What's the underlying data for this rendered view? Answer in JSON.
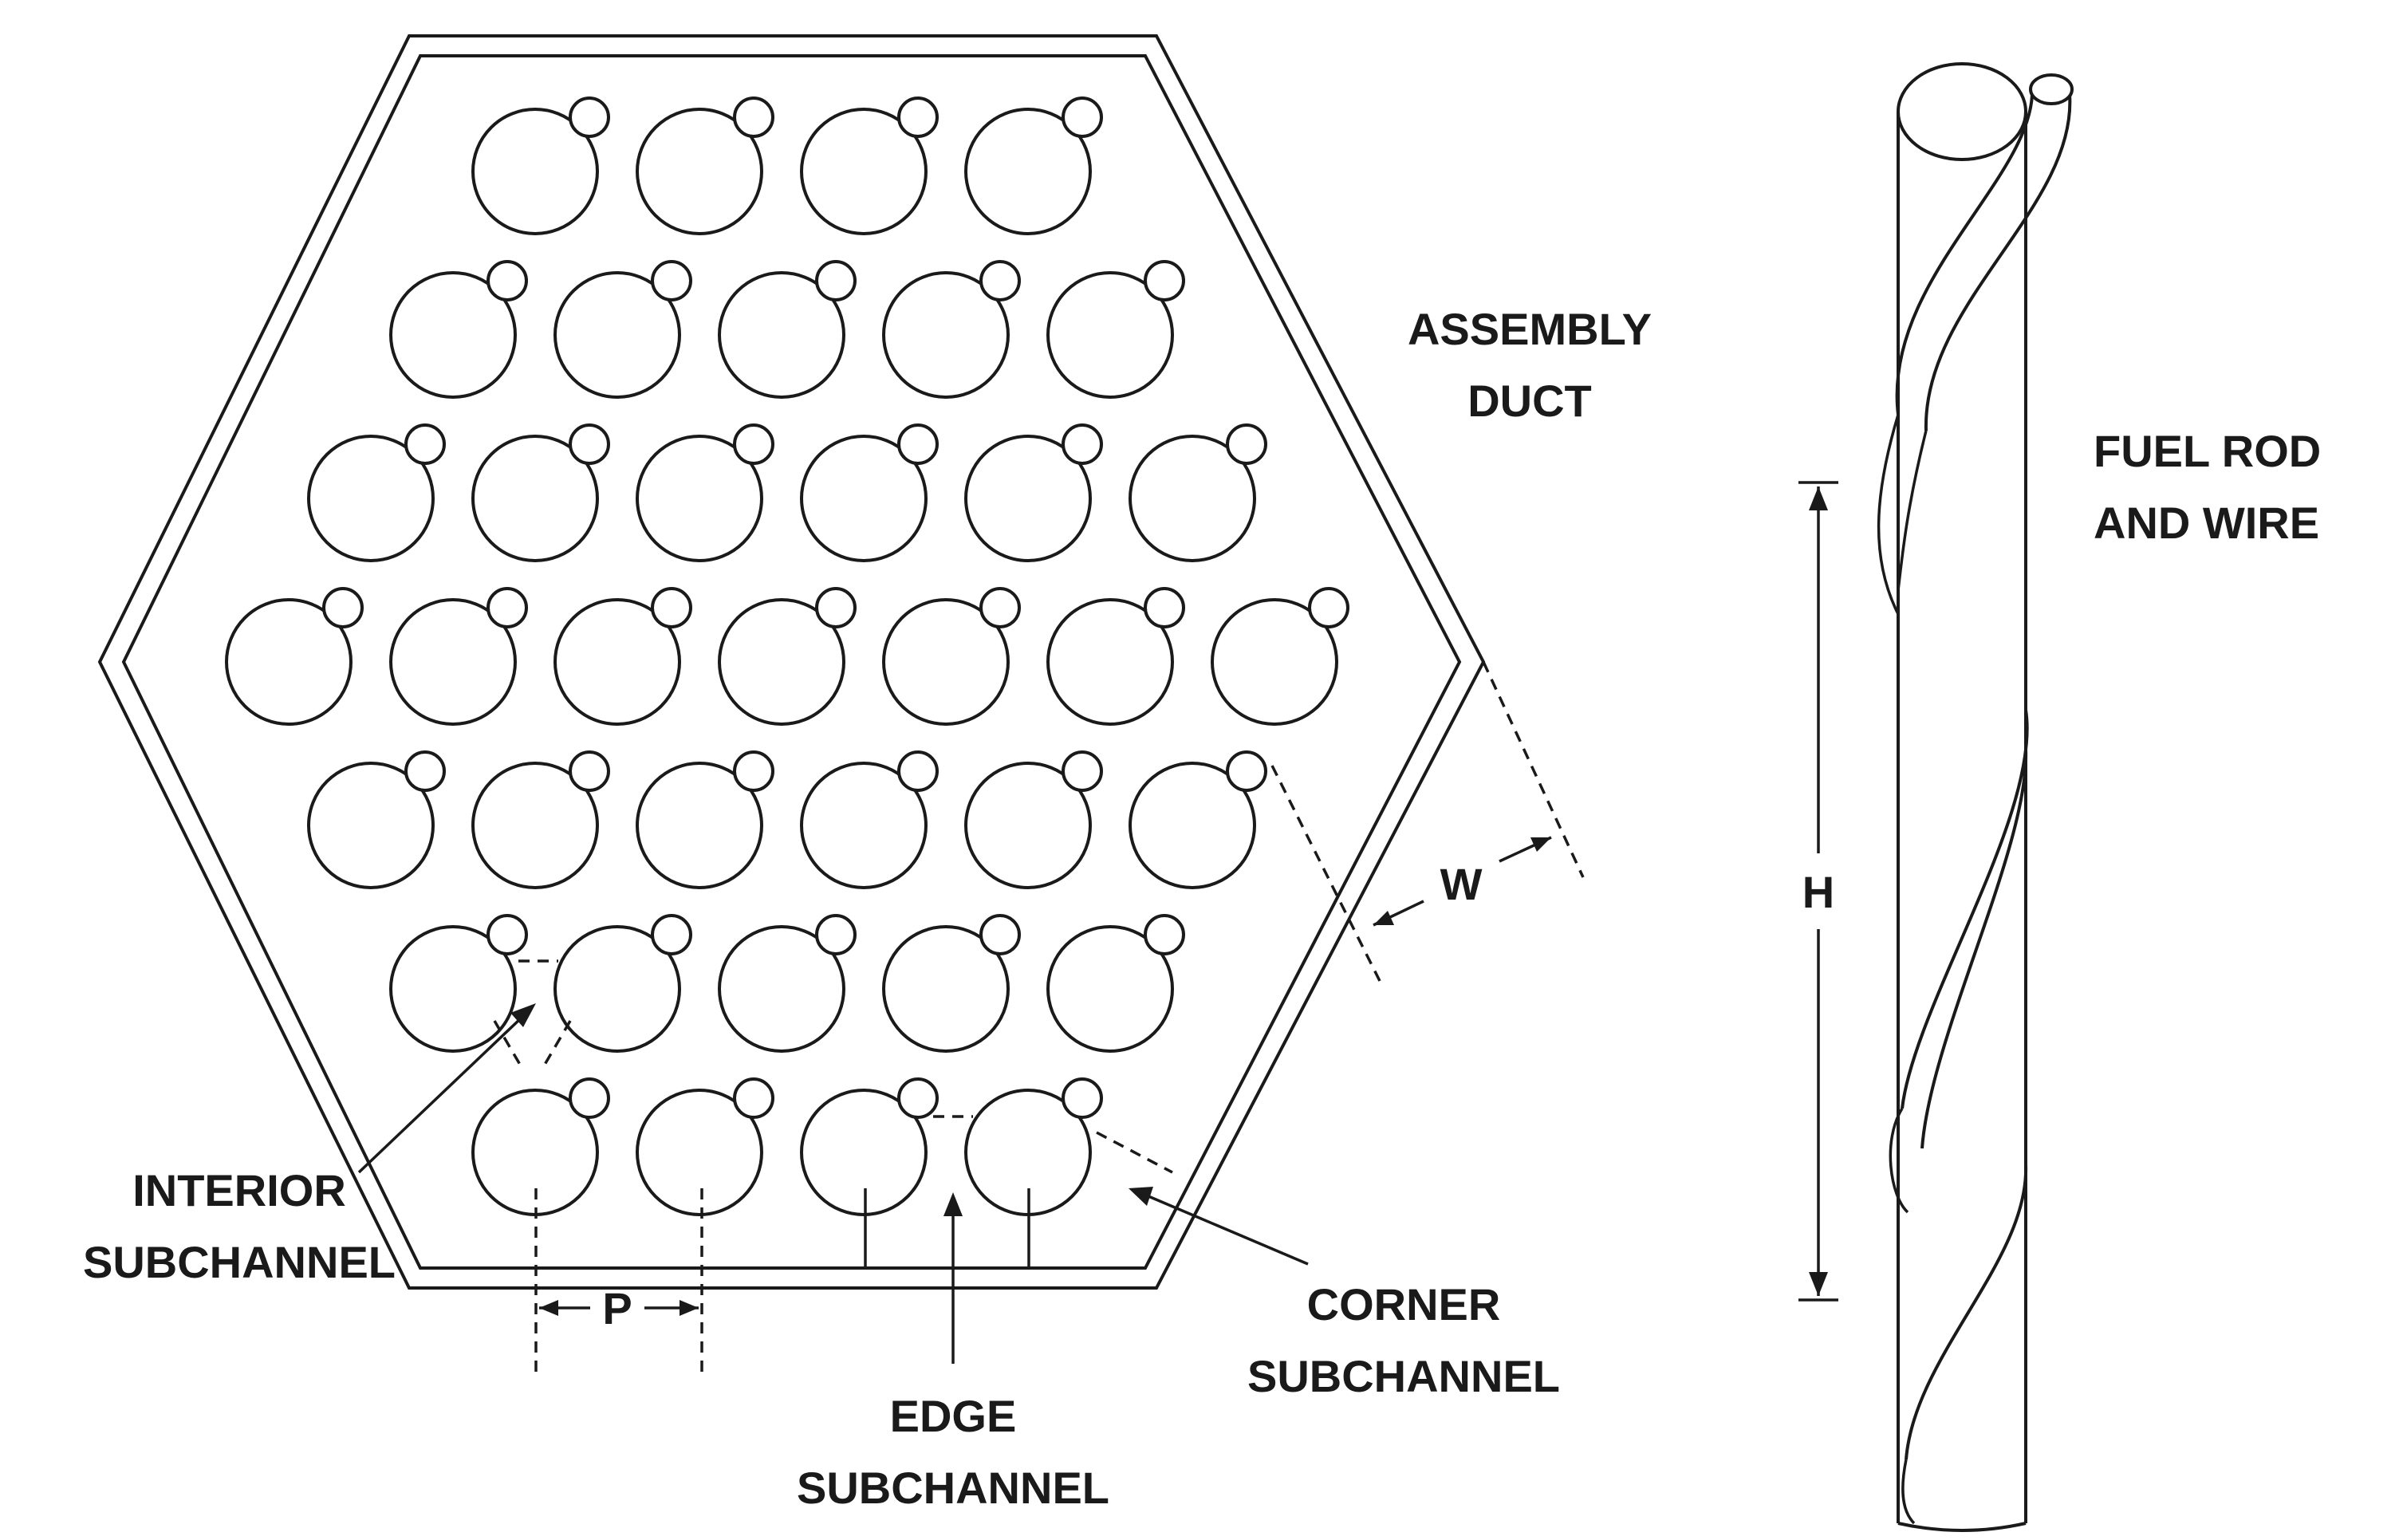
{
  "assembly": {
    "duct_label_line1": "ASSEMBLY",
    "duct_label_line2": "DUCT",
    "row_counts": [
      4,
      5,
      6,
      7,
      6,
      5,
      4
    ],
    "pitch_label": "P",
    "gap_label": "W",
    "interior_label_line1": "INTERIOR",
    "interior_label_line2": "SUBCHANNEL",
    "edge_label_line1": "EDGE",
    "edge_label_line2": "SUBCHANNEL",
    "corner_label_line1": "CORNER",
    "corner_label_line2": "SUBCHANNEL"
  },
  "fuel_rod": {
    "label_line1": "FUEL ROD",
    "label_line2": "AND WIRE",
    "lead_label": "H"
  }
}
